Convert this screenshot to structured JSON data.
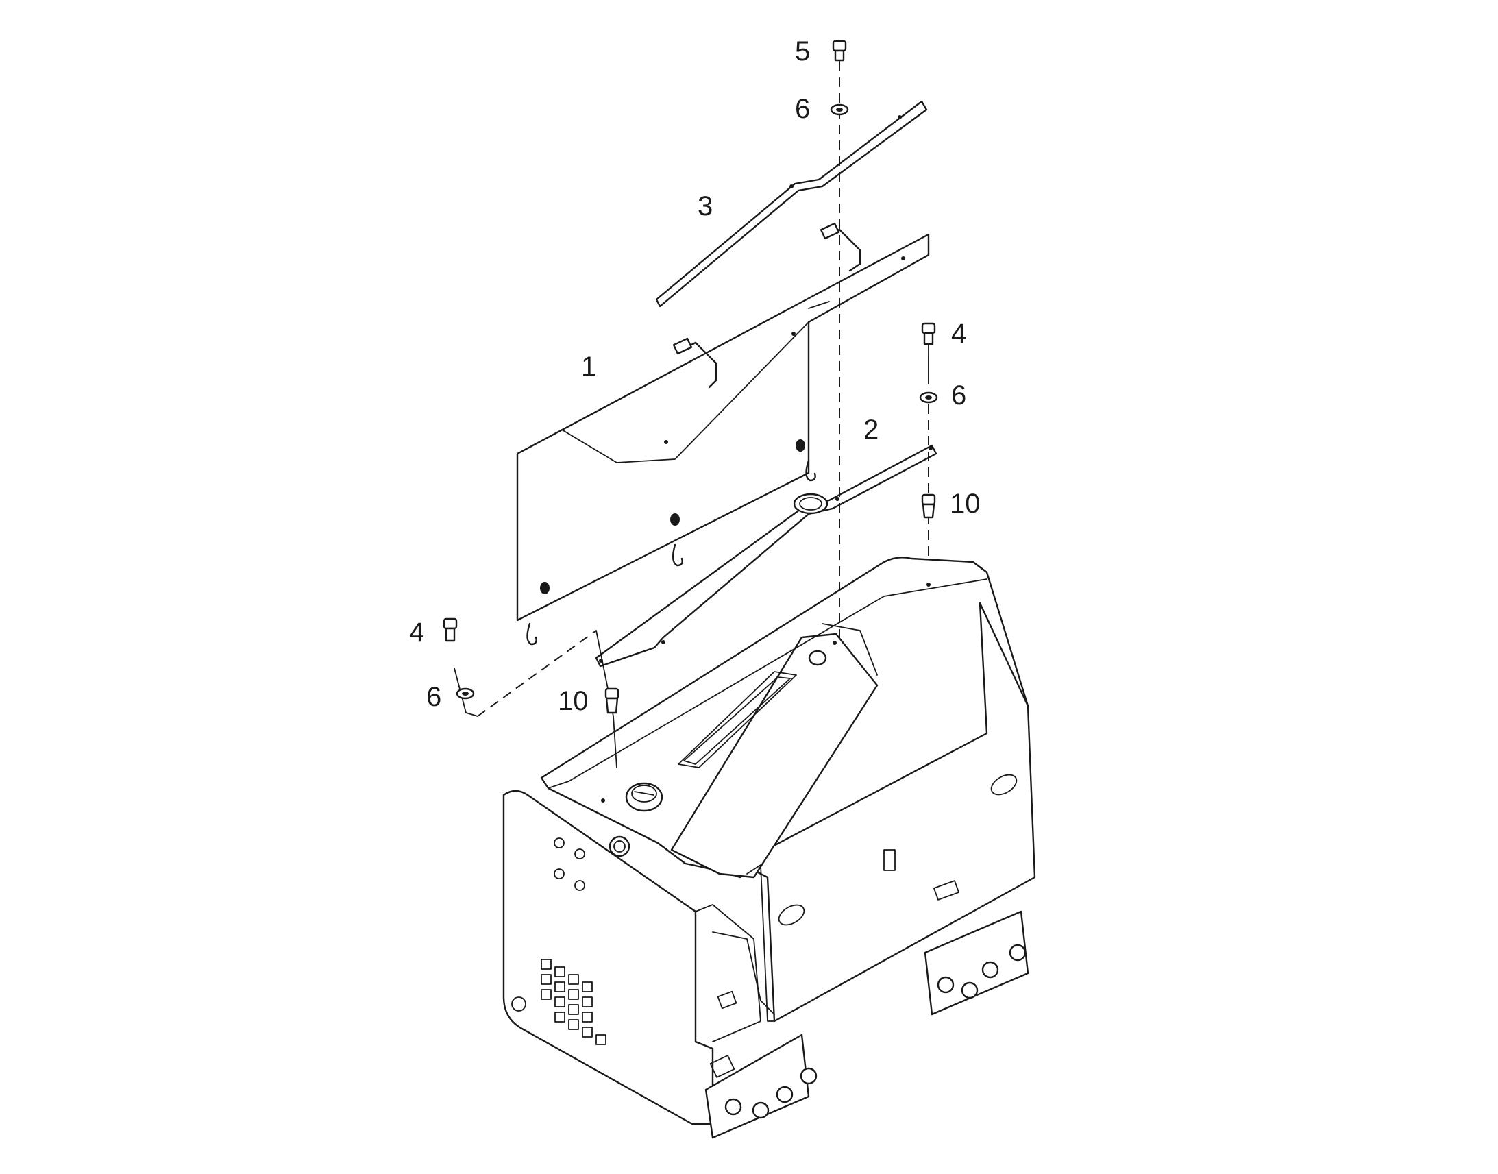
{
  "diagram": {
    "type": "exploded-parts-diagram",
    "callouts": [
      {
        "id": "label-1",
        "text": "1",
        "part": "tank-cover-plate"
      },
      {
        "id": "label-2",
        "text": "2",
        "part": "lower-mounting-strap"
      },
      {
        "id": "label-3",
        "text": "3",
        "part": "upper-mounting-strap"
      },
      {
        "id": "label-4a",
        "text": "4",
        "part": "bolt"
      },
      {
        "id": "label-4b",
        "text": "4",
        "part": "bolt"
      },
      {
        "id": "label-5",
        "text": "5",
        "part": "bolt"
      },
      {
        "id": "label-6a",
        "text": "6",
        "part": "washer"
      },
      {
        "id": "label-6b",
        "text": "6",
        "part": "washer"
      },
      {
        "id": "label-6c",
        "text": "6",
        "part": "washer"
      },
      {
        "id": "label-10a",
        "text": "10",
        "part": "spacer-bushing"
      },
      {
        "id": "label-10b",
        "text": "10",
        "part": "spacer-bushing"
      }
    ]
  }
}
